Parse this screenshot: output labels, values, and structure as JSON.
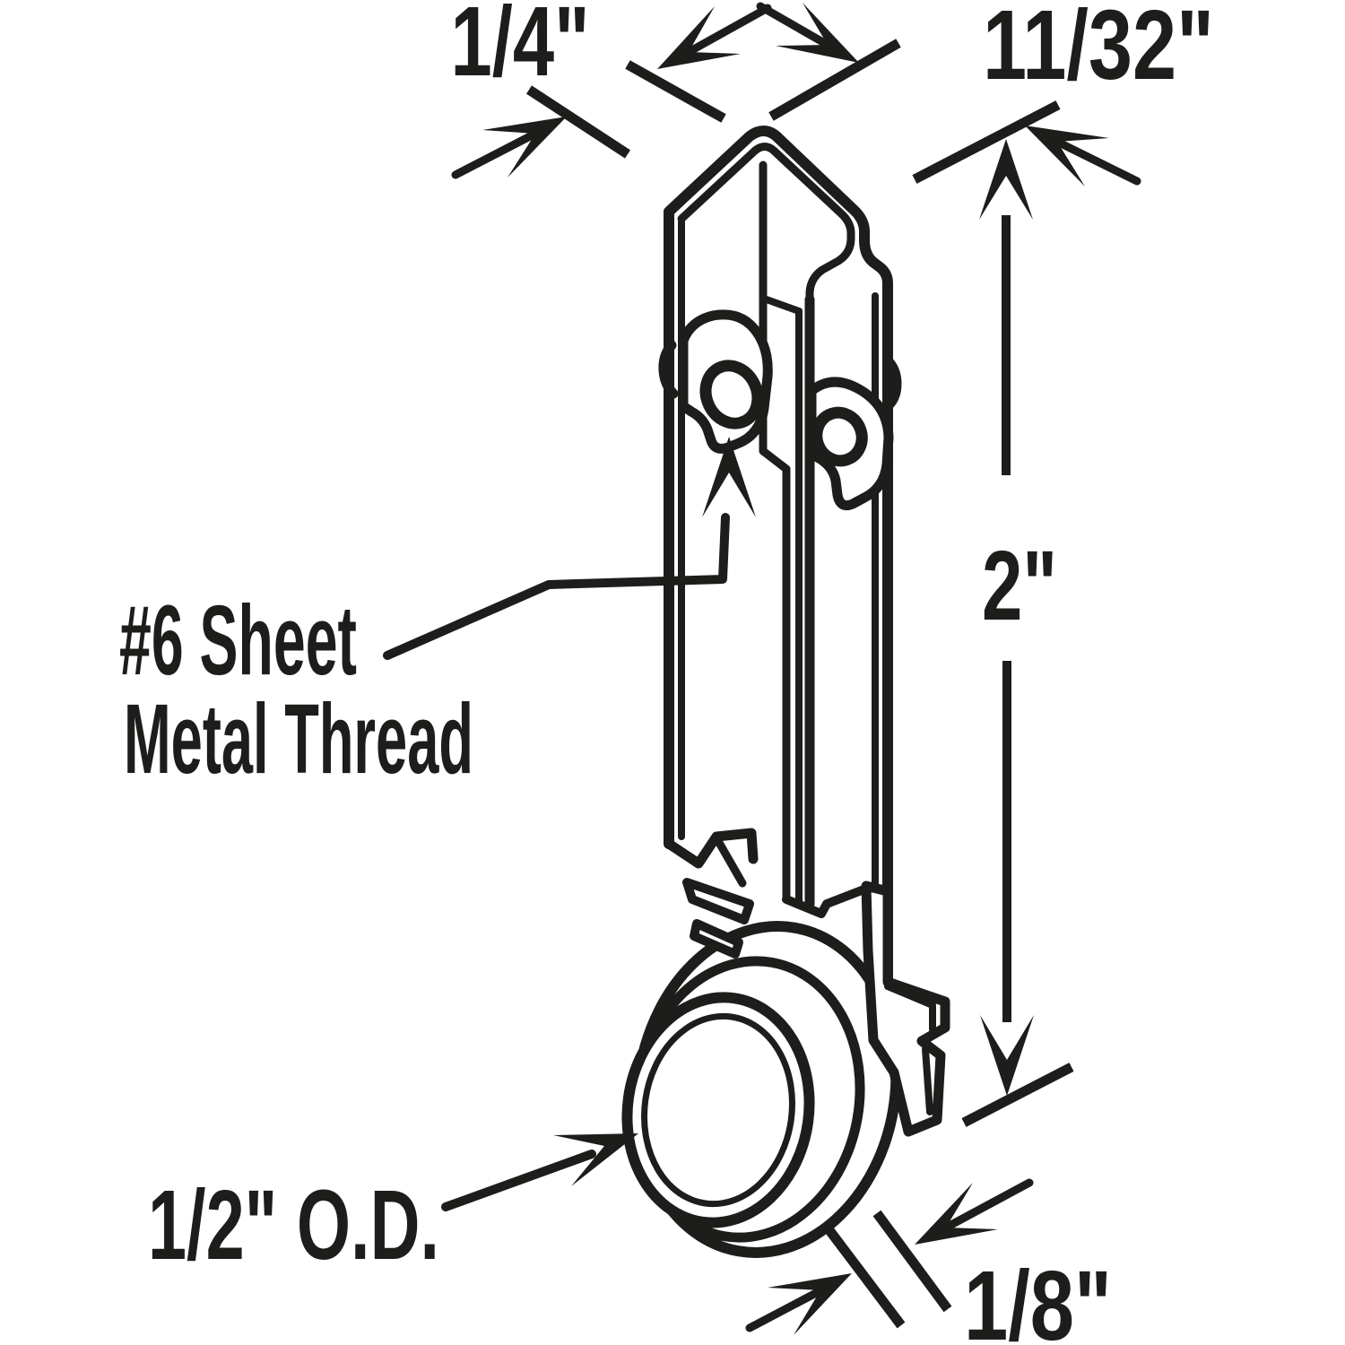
{
  "diagram": {
    "type": "technical-line-drawing",
    "subject": "sliding door roller bracket with grooved wheel",
    "ink_color": "#1d1d1b",
    "background_color": "#ffffff",
    "labels": {
      "top_width": "1/4\"",
      "side_depth": "11/32\"",
      "bracket_height": "2\"",
      "screw_note_line1": "#6 Sheet",
      "screw_note_line2": "Metal Thread",
      "roller_outer_diameter": "1/2\" O.D.",
      "roller_thickness": "1/8\""
    }
  }
}
